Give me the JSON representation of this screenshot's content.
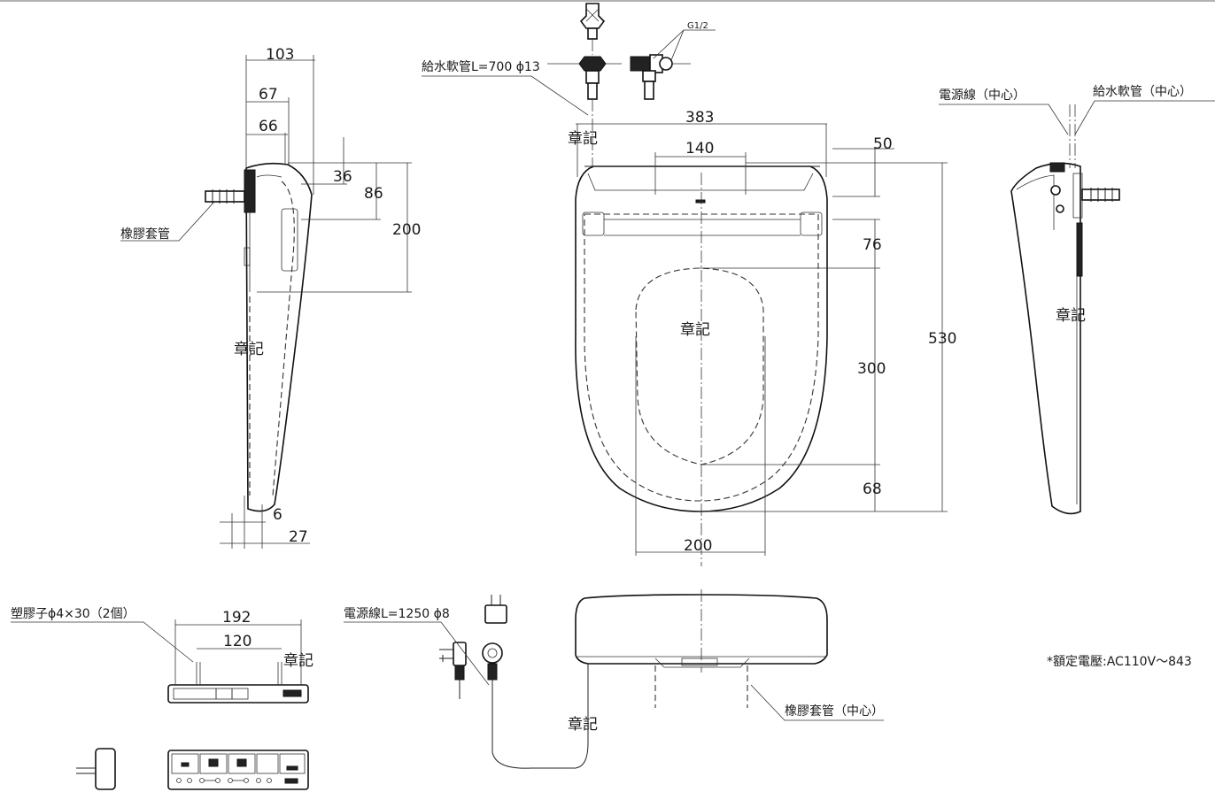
{
  "diagram": {
    "dims": {
      "d103": "103",
      "d67": "67",
      "d66": "66",
      "d36": "36",
      "d86": "86",
      "d200_side": "200",
      "d6": "6",
      "d27": "27",
      "d383": "383",
      "d140": "140",
      "d50": "50",
      "d76": "76",
      "d530": "530",
      "d300": "300",
      "d68": "68",
      "d200_width": "200",
      "d192": "192",
      "d120": "120"
    },
    "labels": {
      "rubber_hose": "橡膠套管",
      "supply_hose": "給水軟管L=700 ϕ13",
      "thread": "G1/2",
      "power_cord_center": "電源線（中心）",
      "supply_hose_center": "給水軟管（中心）",
      "plastic_anchor": "塑膠子ϕ4×30（2個）",
      "power_cord": "電源線L=1250 ϕ8",
      "rubber_hose_center": "橡膠套管（中心）",
      "rated_voltage": "*額定電壓:AC110V～843"
    },
    "stamps": [
      "章記",
      "章記",
      "章記",
      "章記",
      "章記",
      "章記"
    ]
  }
}
